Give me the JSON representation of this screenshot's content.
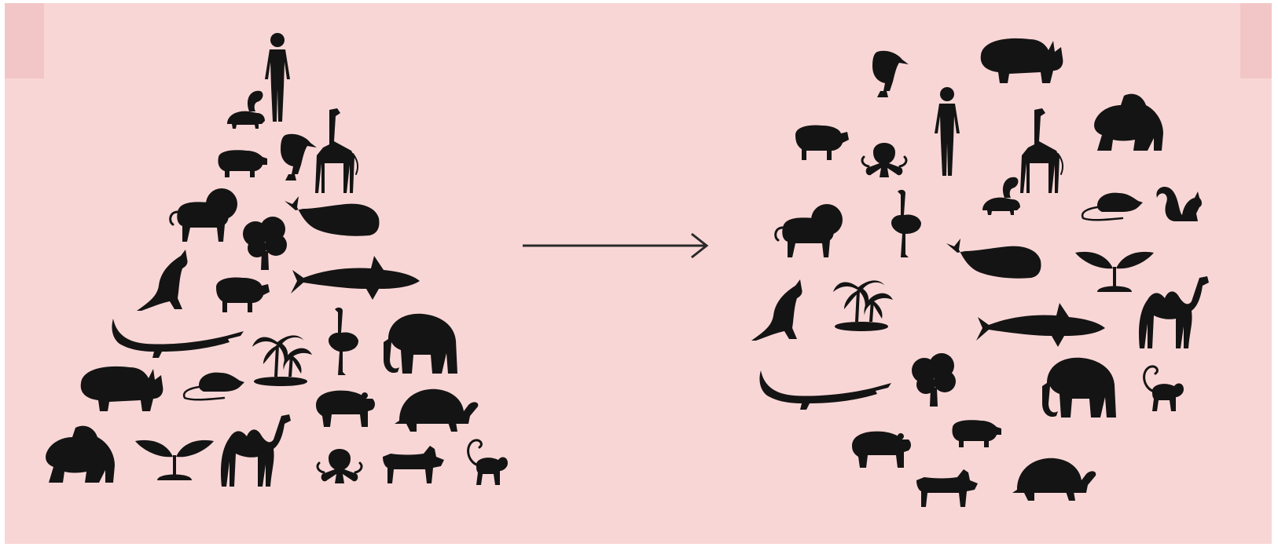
{
  "figure": {
    "background_color": "#f9d6d6",
    "silhouette_color": "#141414",
    "arrow_color": "#2a2a2a",
    "left_panel": {
      "arrangement": "pyramid",
      "items": [
        "human",
        "skunk",
        "pig",
        "toucan",
        "giraffe",
        "lion",
        "whale",
        "tree",
        "kangaroo",
        "sheep",
        "shark",
        "crocodile",
        "palm-trees",
        "ostrich",
        "elephant",
        "rhino",
        "rat",
        "bear",
        "tortoise",
        "gorilla",
        "sprout",
        "camel",
        "octopus",
        "dog",
        "monkey"
      ]
    },
    "arrow": {
      "direction": "right"
    },
    "right_panel": {
      "arrangement": "scattered",
      "items": [
        "toucan",
        "rhino",
        "sheep",
        "octopus",
        "human",
        "giraffe",
        "gorilla",
        "skunk",
        "lion",
        "ostrich",
        "rat",
        "squirrel",
        "whale",
        "sprout",
        "kangaroo",
        "palm-trees",
        "shark",
        "camel",
        "crocodile",
        "tree",
        "elephant",
        "monkey",
        "bear",
        "pig",
        "dog",
        "tortoise"
      ]
    }
  }
}
